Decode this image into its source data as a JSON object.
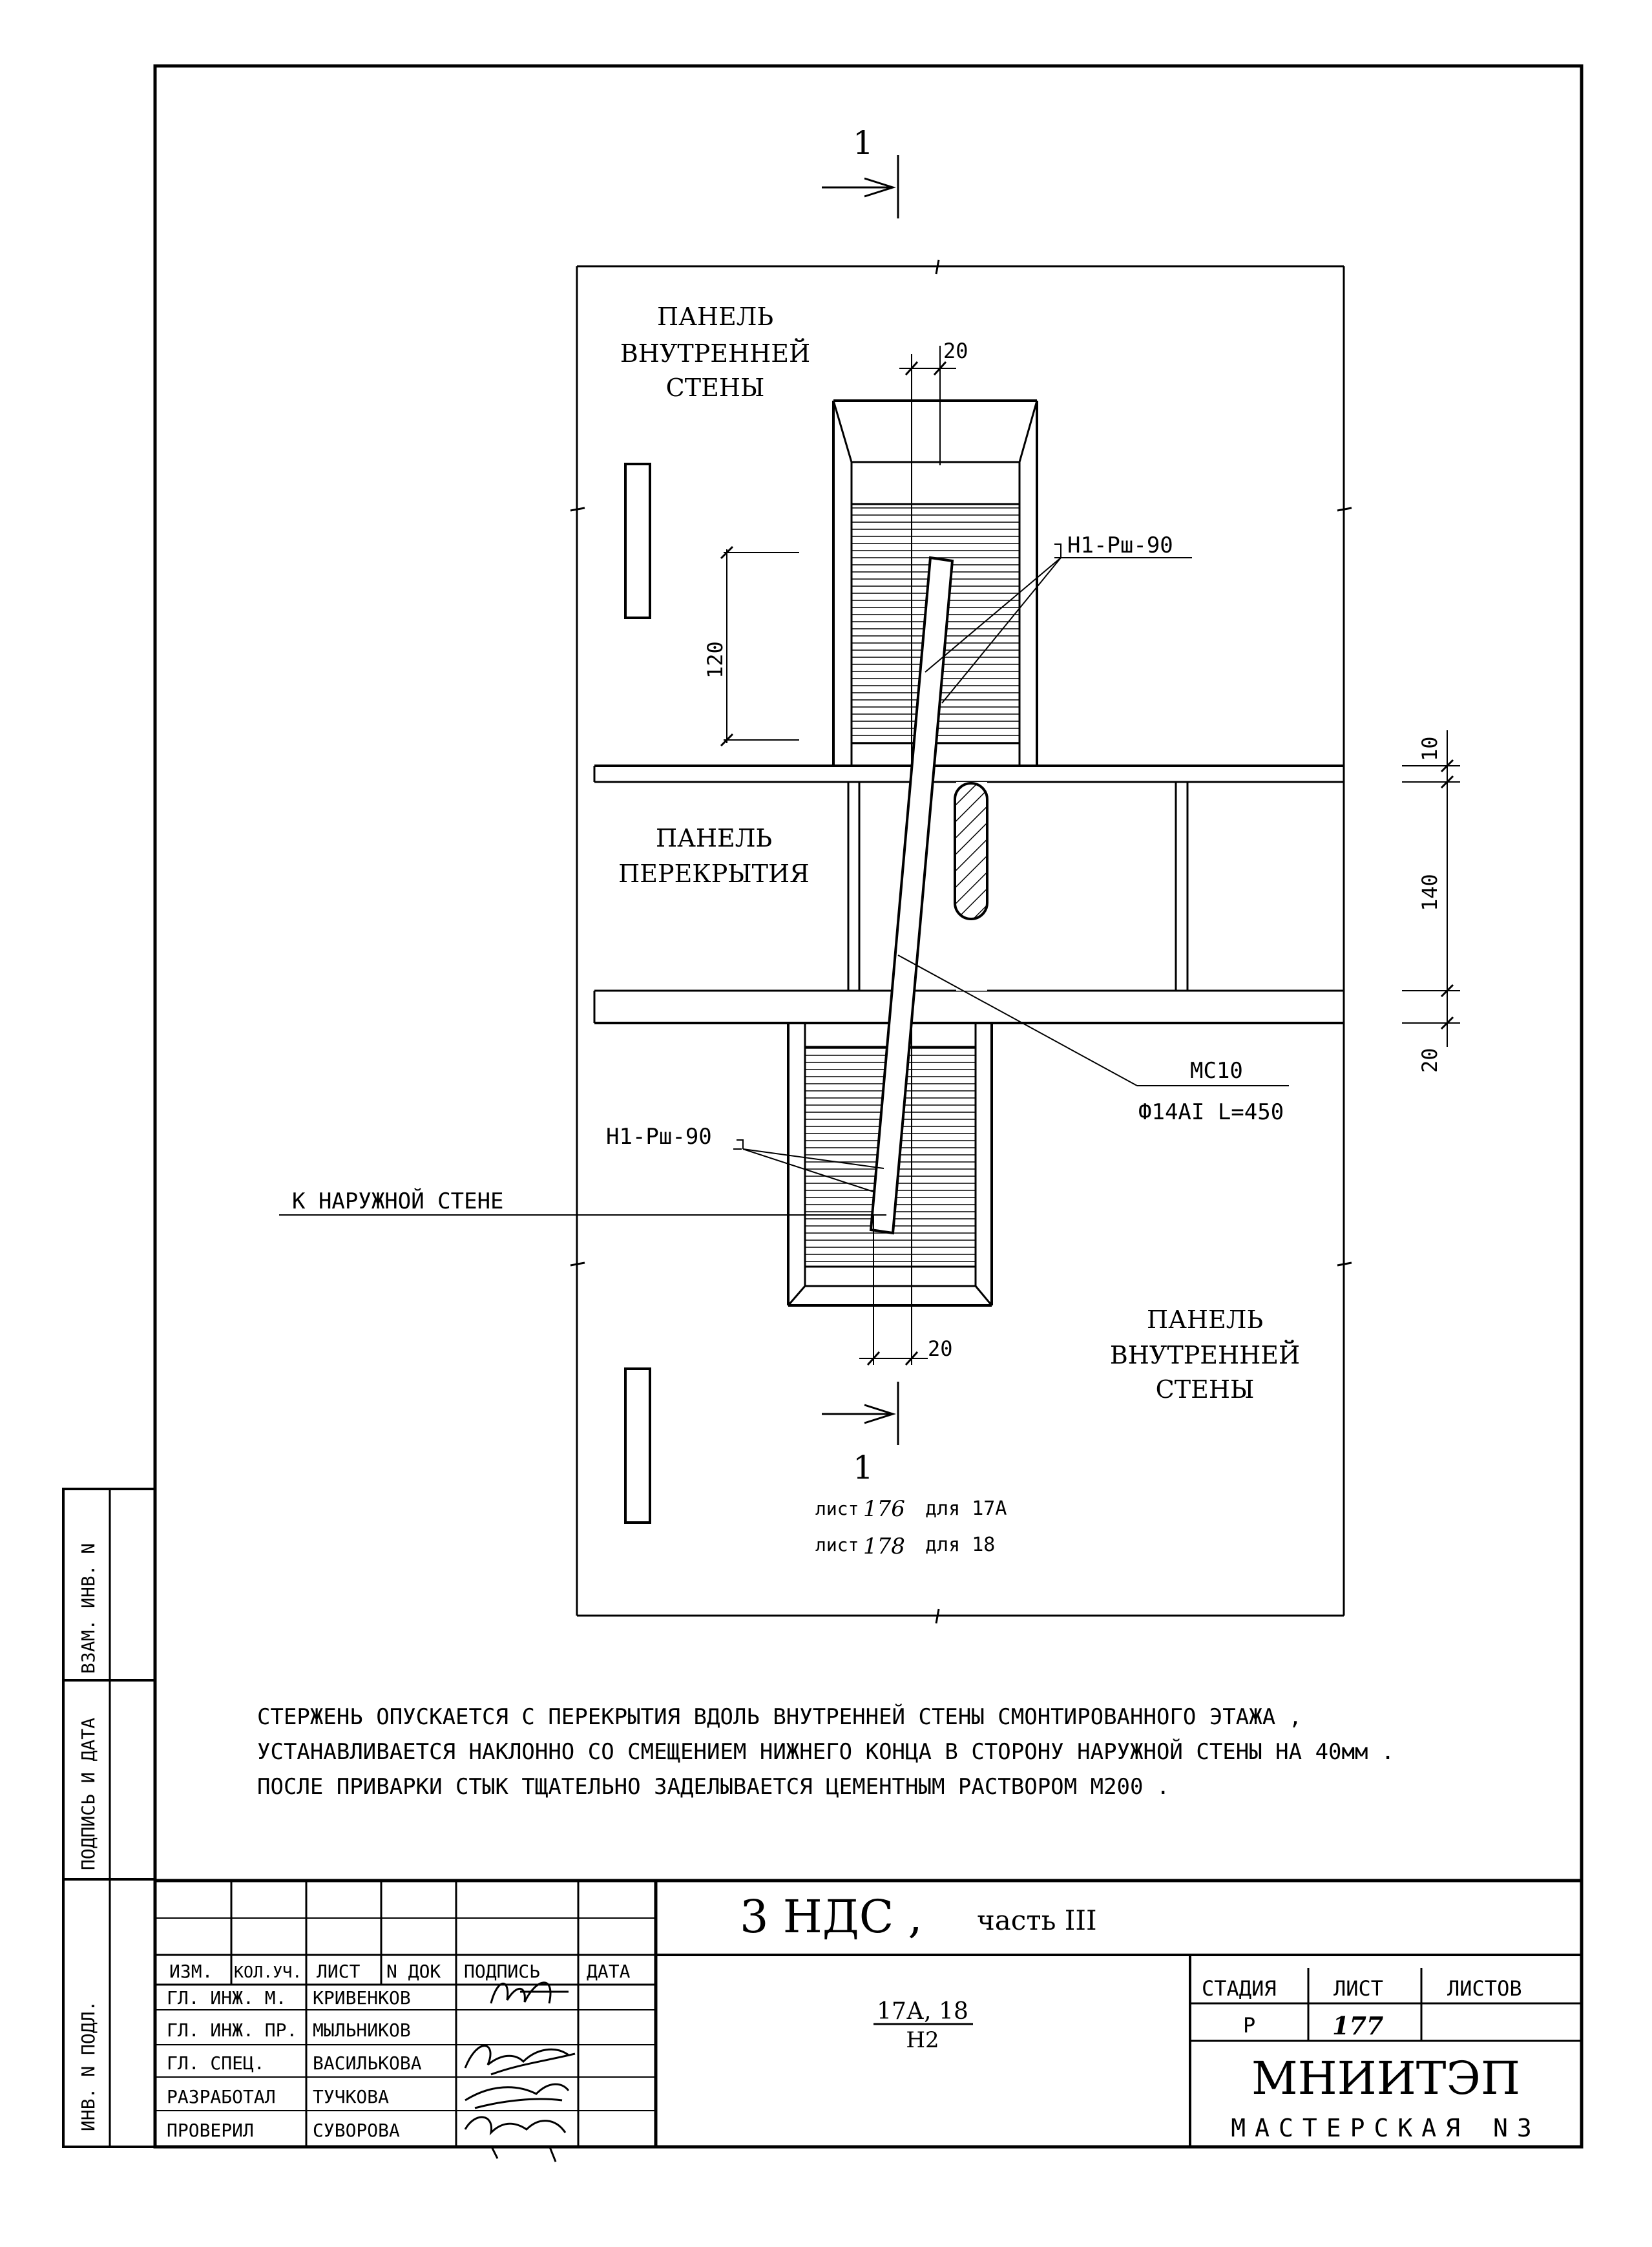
{
  "drawing": {
    "section_mark_top": "1",
    "section_mark_bottom": "1",
    "label_inner_wall_top": [
      "ПАНЕЛЬ",
      "ВНУТРЕННЕЙ",
      "СТЕНЫ"
    ],
    "label_floor_panel": [
      "ПАНЕЛЬ",
      "ПЕРЕКРЫТИЯ"
    ],
    "label_inner_wall_bottom": [
      "ПАНЕЛЬ",
      "ВНУТРЕННЕЙ",
      "СТЕНЫ"
    ],
    "leader_weld_top": "Н1-Рш-90",
    "leader_weld_bottom": "Н1-Рш-90",
    "leader_rod_mark": "МС10",
    "leader_rod_spec": "Ф14АI  L=450",
    "leader_outer_wall": "К НАРУЖНОЙ СТЕНЕ",
    "dim_top_20": "20",
    "dim_bottom_20": "20",
    "dim_120": "120",
    "dim_10": "10",
    "dim_140": "140",
    "dim_right_20": "20",
    "ref_line_1": {
      "prefix": "лист",
      "sheet": "176",
      "suffix": "для 17А"
    },
    "ref_line_2": {
      "prefix": "лист",
      "sheet": "178",
      "suffix": "для 18"
    }
  },
  "notes": [
    "СТЕРЖЕНЬ ОПУСКАЕТСЯ С ПЕРЕКРЫТИЯ ВДОЛЬ ВНУТРЕННЕЙ СТЕНЫ СМОНТИРОВАННОГО ЭТАЖА ,",
    "УСТАНАВЛИВАЕТСЯ НАКЛОННО СО СМЕЩЕНИЕМ НИЖНЕГО КОНЦА В СТОРОНУ НАРУЖНОЙ СТЕНЫ НА 40мм .",
    "ПОСЛЕ ПРИВАРКИ СТЫК ТЩАТЕЛЬНО ЗАДЕЛЫВАЕТСЯ ЦЕМЕНТНЫМ РАСТВОРОМ М200 ."
  ],
  "side_stamp": {
    "vzam_inv": "ВЗАМ. ИНВ. N",
    "podpis_data": "ПОДПИСЬ И ДАТА",
    "inv_podl": "ИНВ. N ПОДЛ."
  },
  "title_block": {
    "title_main": "3 НДС ,",
    "title_part": "часть III",
    "code_top": "17А, 18",
    "code_bottom": "Н2",
    "headers": [
      "ИЗМ.",
      "КОЛ.УЧ.",
      "ЛИСТ",
      "N ДОК",
      "ПОДПИСЬ",
      "ДАТА"
    ],
    "people": [
      {
        "role": "ГЛ. ИНЖ. М.",
        "name": "КРИВЕНКОВ"
      },
      {
        "role": "ГЛ. ИНЖ. ПР.",
        "name": "МЫЛЬНИКОВ"
      },
      {
        "role": "ГЛ. СПЕЦ.",
        "name": "ВАСИЛЬКОВА"
      },
      {
        "role": "РАЗРАБОТАЛ",
        "name": "ТУЧКОВА"
      },
      {
        "role": "ПРОВЕРИЛ",
        "name": "СУВОРОВА"
      }
    ],
    "stage_label": "СТАДИЯ",
    "sheet_label": "ЛИСТ",
    "sheets_label": "ЛИСТОВ",
    "stage_value": "Р",
    "sheet_value": "177",
    "org_name": "МНИИТЭП",
    "org_unit": "МАСТЕРСКАЯ  N3"
  }
}
